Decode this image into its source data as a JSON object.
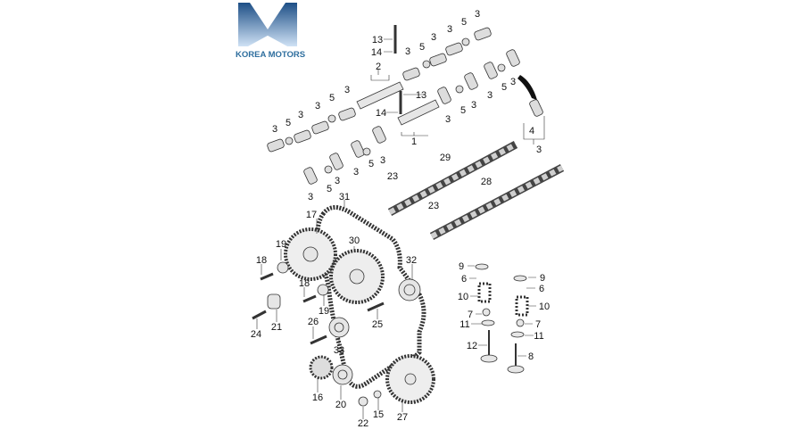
{
  "logo": {
    "text": "KOREA MOTORS",
    "color_dark": "#1d4f86",
    "color_light": "#9fc3e6"
  },
  "callouts": {
    "c13a": "13",
    "c14a": "14",
    "c2": "2",
    "c3a": "3",
    "c5a": "5",
    "c3b": "3",
    "c3c": "3",
    "c5b": "5",
    "c3d": "3",
    "c13b": "13",
    "c14b": "14",
    "c1": "1",
    "c3e": "3",
    "c5c": "5",
    "c3f": "3",
    "c3g": "3",
    "c5d": "5",
    "c3h": "3",
    "c3i": "3",
    "c5e": "5",
    "c3j": "3",
    "c3k": "3",
    "c5f": "5",
    "c3l": "3",
    "c3m": "3",
    "c5g": "5",
    "c3n": "3",
    "c3o": "3",
    "c5h": "5",
    "c3p": "3",
    "c4": "4",
    "c3q": "3",
    "c29": "29",
    "c28": "28",
    "c23a": "23",
    "c23b": "23",
    "c31": "31",
    "c17": "17",
    "c19a": "19",
    "c18a": "18",
    "c30": "30",
    "c32": "32",
    "c18b": "18",
    "c19b": "19",
    "c21": "21",
    "c24": "24",
    "c26": "26",
    "c25": "25",
    "c33": "33",
    "c16": "16",
    "c20": "20",
    "c22": "22",
    "c15": "15",
    "c27": "27",
    "c9a": "9",
    "c6a": "6",
    "c10a": "10",
    "c7a": "7",
    "c11a": "11",
    "c12": "12",
    "c8": "8",
    "c9b": "9",
    "c6b": "6",
    "c10b": "10",
    "c7b": "7",
    "c11b": "11"
  }
}
